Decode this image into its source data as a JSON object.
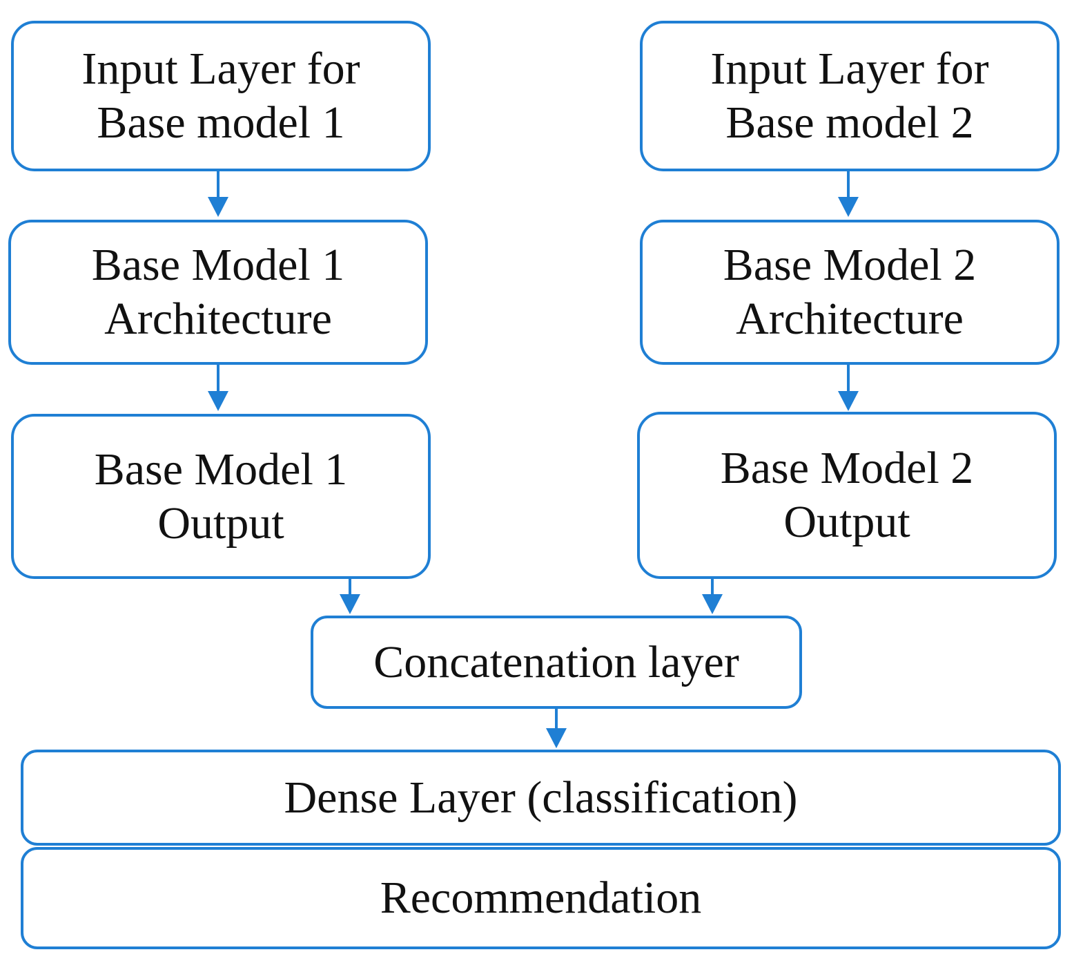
{
  "diagram": {
    "accent_color": "#1f7fd4",
    "branch1": {
      "input": [
        "Input Layer for",
        "Base model 1"
      ],
      "architecture": [
        "Base Model 1",
        "Architecture"
      ],
      "output": [
        "Base Model 1",
        "Output"
      ]
    },
    "branch2": {
      "input": [
        "Input Layer for",
        "Base model 2"
      ],
      "architecture": [
        "Base Model 2",
        "Architecture"
      ],
      "output": [
        "Base Model 2",
        "Output"
      ]
    },
    "concat": "Concatenation layer",
    "dense": "Dense Layer (classification)",
    "recommendation": "Recommendation"
  }
}
